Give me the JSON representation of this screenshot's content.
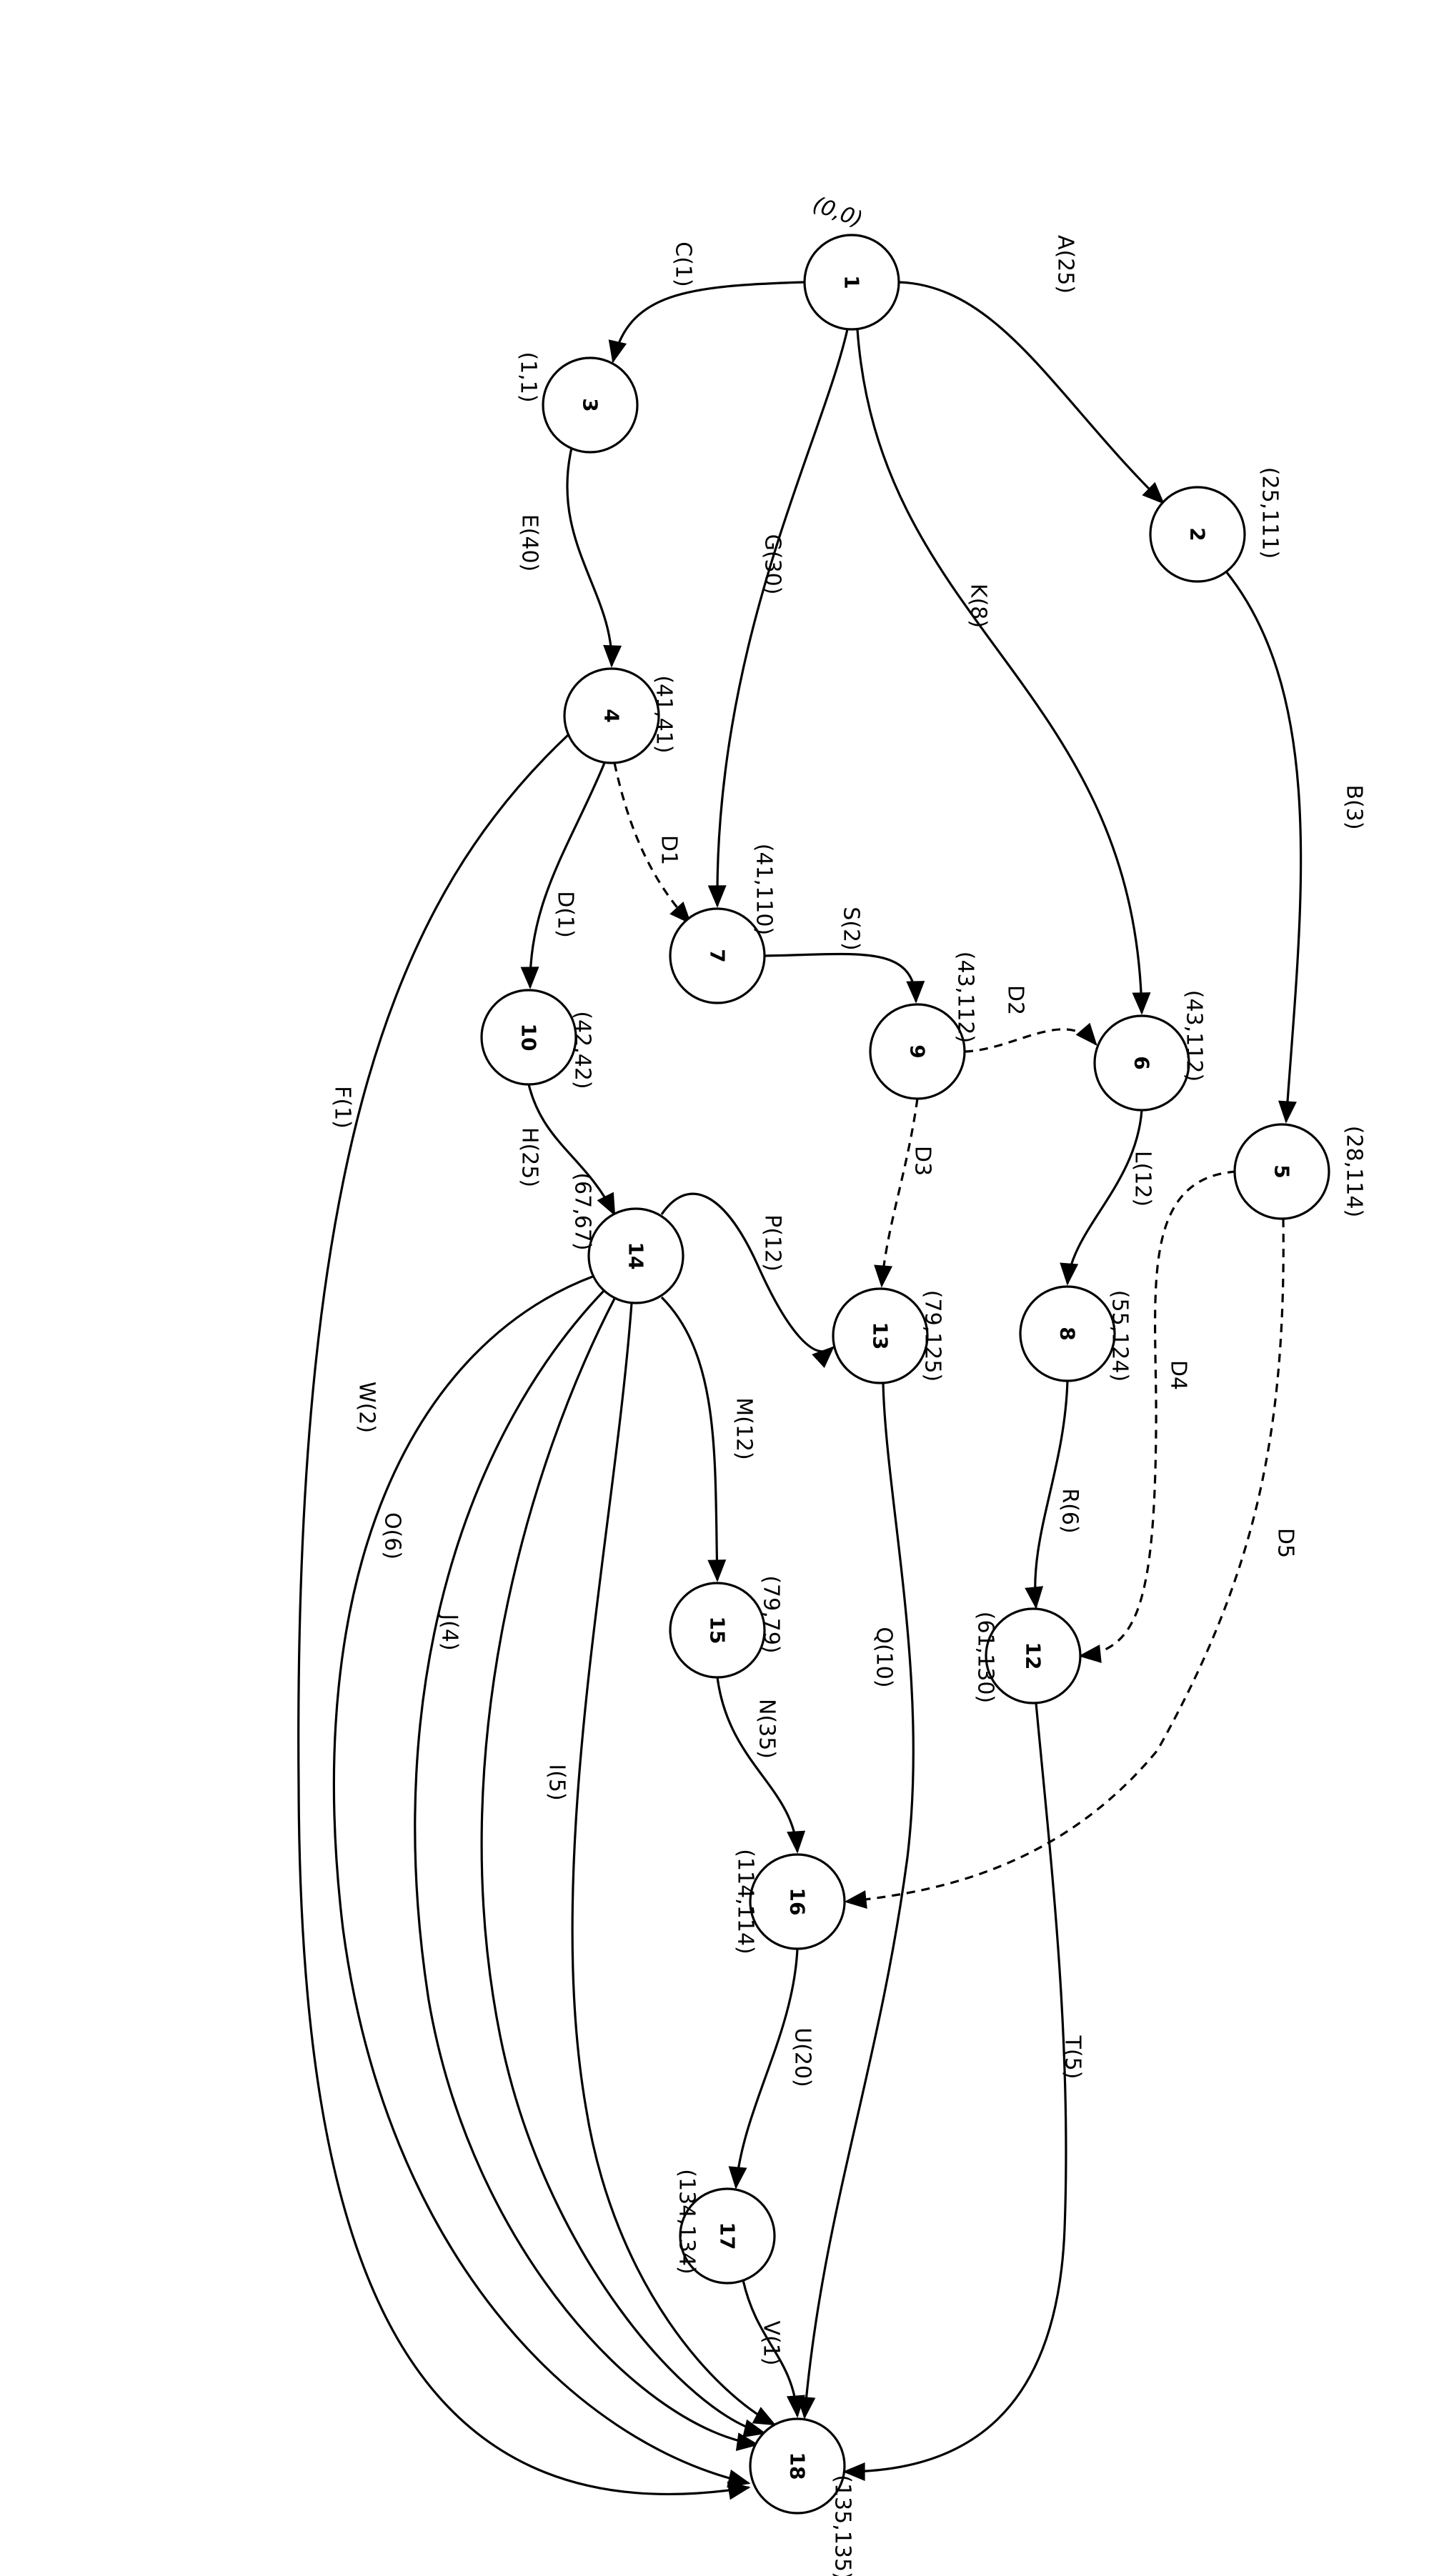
{
  "nodes": [
    {
      "id": "1",
      "label": "1",
      "time": "(0,0)"
    },
    {
      "id": "2",
      "label": "2",
      "time": "(25,111)"
    },
    {
      "id": "3",
      "label": "3",
      "time": "(1,1)"
    },
    {
      "id": "4",
      "label": "4",
      "time": "(41,41)"
    },
    {
      "id": "5",
      "label": "5",
      "time": "(28,114)"
    },
    {
      "id": "6",
      "label": "6",
      "time": "(43,112)"
    },
    {
      "id": "7",
      "label": "7",
      "time": "(41,110)"
    },
    {
      "id": "8",
      "label": "8",
      "time": "(55,124)"
    },
    {
      "id": "9",
      "label": "9",
      "time": "(43,112)"
    },
    {
      "id": "10",
      "label": "10",
      "time": "(42,42)"
    },
    {
      "id": "12",
      "label": "12",
      "time": "(61,130)"
    },
    {
      "id": "13",
      "label": "13",
      "time": "(79,125)"
    },
    {
      "id": "14",
      "label": "14",
      "time": "(67,67)"
    },
    {
      "id": "15",
      "label": "15",
      "time": "(79,79)"
    },
    {
      "id": "16",
      "label": "16",
      "time": "(114,114)"
    },
    {
      "id": "17",
      "label": "17",
      "time": "(134,134)"
    },
    {
      "id": "18",
      "label": "18",
      "time": "(135,135)"
    }
  ],
  "edges": [
    {
      "id": "A",
      "label": "A(25)",
      "from": "1",
      "to": "2",
      "dummy": false
    },
    {
      "id": "C",
      "label": "C(1)",
      "from": "1",
      "to": "3",
      "dummy": false
    },
    {
      "id": "G",
      "label": "G(30)",
      "from": "1",
      "to": "7",
      "dummy": false
    },
    {
      "id": "K",
      "label": "K(8)",
      "from": "1",
      "to": "6",
      "dummy": false
    },
    {
      "id": "B",
      "label": "B(3)",
      "from": "2",
      "to": "5",
      "dummy": false
    },
    {
      "id": "E",
      "label": "E(40)",
      "from": "3",
      "to": "4",
      "dummy": false
    },
    {
      "id": "D1",
      "label": "D1",
      "from": "4",
      "to": "7",
      "dummy": true
    },
    {
      "id": "D",
      "label": "D(1)",
      "from": "4",
      "to": "10",
      "dummy": false
    },
    {
      "id": "F",
      "label": "F(1)",
      "from": "4",
      "to": "18",
      "dummy": false
    },
    {
      "id": "S",
      "label": "S(2)",
      "from": "7",
      "to": "9",
      "dummy": false
    },
    {
      "id": "D2",
      "label": "D2",
      "from": "9",
      "to": "6",
      "dummy": true
    },
    {
      "id": "D3",
      "label": "D3",
      "from": "9",
      "to": "13",
      "dummy": true
    },
    {
      "id": "L",
      "label": "L(12)",
      "from": "6",
      "to": "8",
      "dummy": false
    },
    {
      "id": "D4",
      "label": "D4",
      "from": "5",
      "to": "12",
      "dummy": true
    },
    {
      "id": "D5",
      "label": "D5",
      "from": "5",
      "to": "16",
      "dummy": true
    },
    {
      "id": "H",
      "label": "H(25)",
      "from": "10",
      "to": "14",
      "dummy": false
    },
    {
      "id": "P",
      "label": "P(12)",
      "from": "14",
      "to": "13",
      "dummy": false
    },
    {
      "id": "M",
      "label": "M(12)",
      "from": "14",
      "to": "15",
      "dummy": false
    },
    {
      "id": "W",
      "label": "W(2)",
      "from": "14",
      "to": "18",
      "dummy": false
    },
    {
      "id": "O",
      "label": "O(6)",
      "from": "14",
      "to": "18",
      "dummy": false
    },
    {
      "id": "J",
      "label": "J(4)",
      "from": "14",
      "to": "18",
      "dummy": false
    },
    {
      "id": "I",
      "label": "I(5)",
      "from": "14",
      "to": "18",
      "dummy": false
    },
    {
      "id": "R",
      "label": "R(6)",
      "from": "8",
      "to": "12",
      "dummy": false
    },
    {
      "id": "Q",
      "label": "Q(10)",
      "from": "13",
      "to": "18",
      "dummy": false
    },
    {
      "id": "N",
      "label": "N(35)",
      "from": "15",
      "to": "16",
      "dummy": false
    },
    {
      "id": "U",
      "label": "U(20)",
      "from": "16",
      "to": "17",
      "dummy": false
    },
    {
      "id": "V",
      "label": "V(1)",
      "from": "17",
      "to": "18",
      "dummy": false
    },
    {
      "id": "T",
      "label": "T(5)",
      "from": "12",
      "to": "18",
      "dummy": false
    }
  ]
}
